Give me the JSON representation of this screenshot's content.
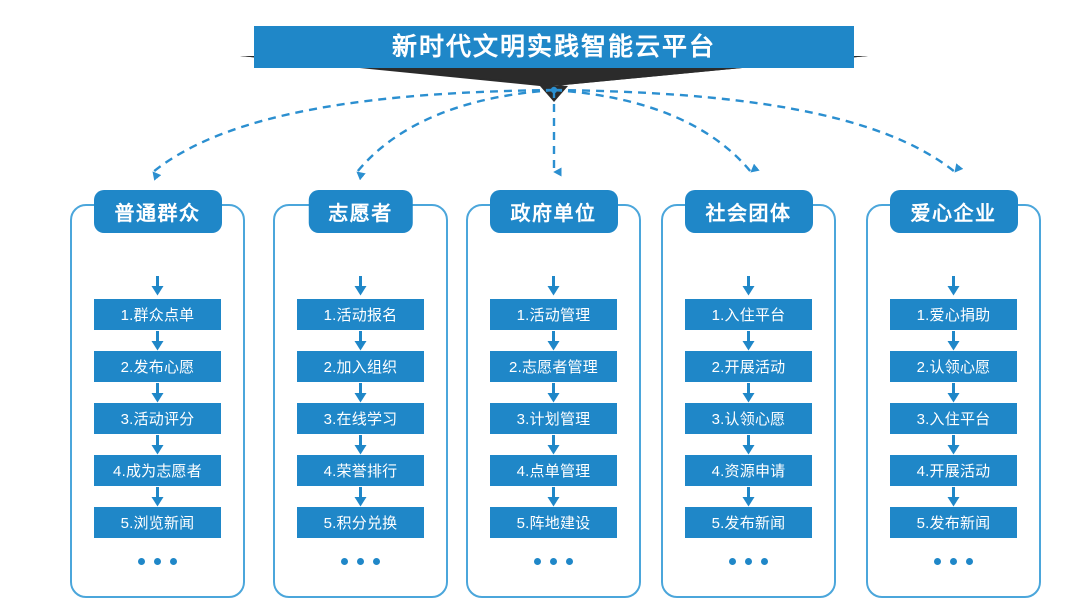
{
  "banner": {
    "title": "新时代文明实践智能云平台",
    "color": "#1f87c8",
    "shadow_color": "#2b2b2b"
  },
  "theme": {
    "accent": "#1f87c8",
    "frame_border": "#4ba6db",
    "connector": "#2b8fd0",
    "background": "#ffffff"
  },
  "columns": [
    {
      "header": "普通群众",
      "steps": [
        "1.群众点单",
        "2.发布心愿",
        "3.活动评分",
        "4.成为志愿者",
        "5.浏览新闻"
      ],
      "ellipsis": "•••"
    },
    {
      "header": "志愿者",
      "steps": [
        "1.活动报名",
        "2.加入组织",
        "3.在线学习",
        "4.荣誉排行",
        "5.积分兑换"
      ],
      "ellipsis": "•••"
    },
    {
      "header": "政府单位",
      "steps": [
        "1.活动管理",
        "2.志愿者管理",
        "3.计划管理",
        "4.点单管理",
        "5.阵地建设"
      ],
      "ellipsis": "•••"
    },
    {
      "header": "社会团体",
      "steps": [
        "1.入住平台",
        "2.开展活动",
        "3.认领心愿",
        "4.资源申请",
        "5.发布新闻"
      ],
      "ellipsis": "•••"
    },
    {
      "header": "爱心企业",
      "steps": [
        "1.爱心捐助",
        "2.认领心愿",
        "3.入住平台",
        "4.开展活动",
        "5.发布新闻"
      ],
      "ellipsis": "•••"
    }
  ]
}
